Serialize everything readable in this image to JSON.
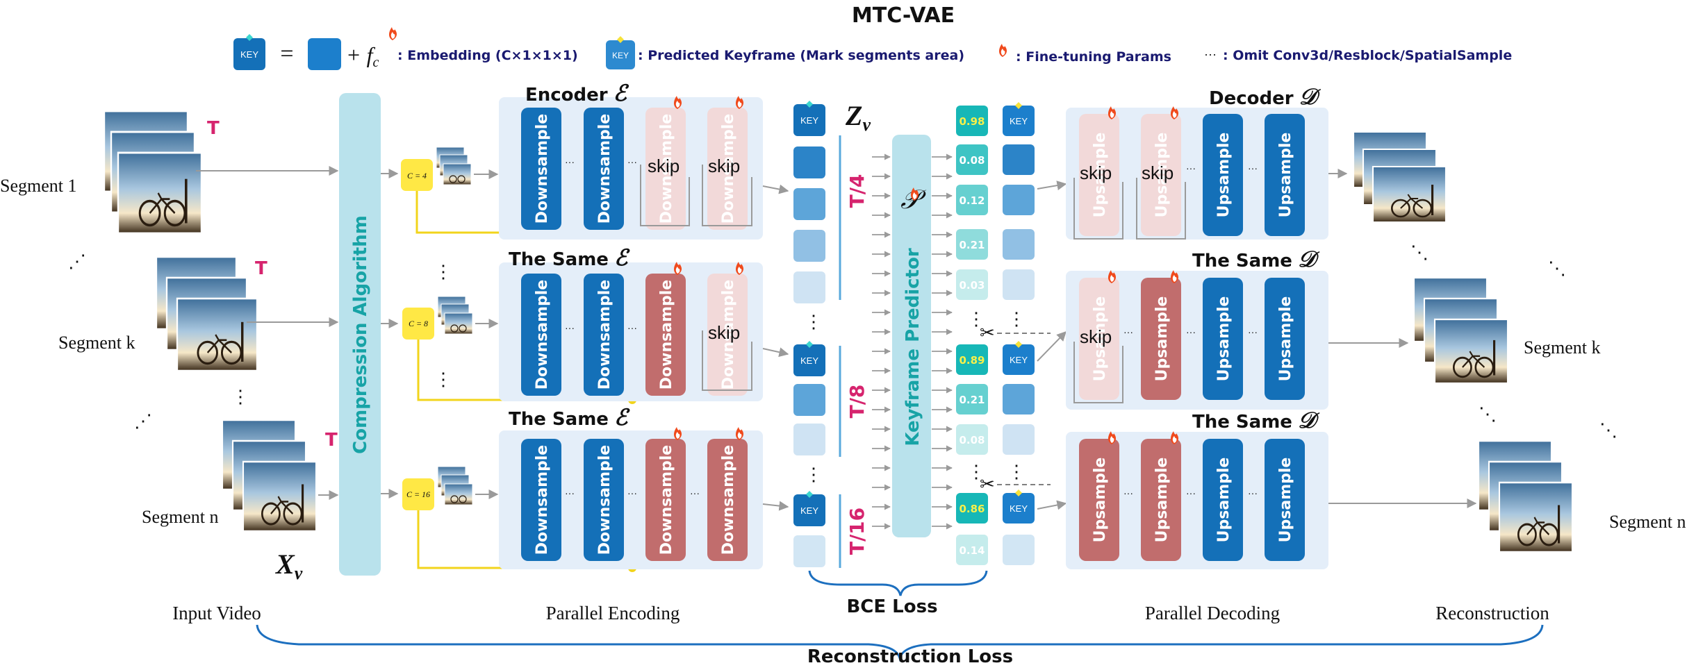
{
  "title": "MTC-VAE",
  "legend": {
    "key_label": "KEY",
    "equals": "=",
    "plus_fc": "+ f",
    "fc_sub": "c",
    "embedding_text": ": Embedding (C×1×1×1)",
    "predicted_keyframe_text": ": Predicted Keyframe (Mark segments area)",
    "finetune_text": ": Fine-tuning Params",
    "omit_dots": "···",
    "omit_text": ": Omit Conv3d/Resblock/SpatialSample"
  },
  "input": {
    "segment_1": "Segment 1",
    "segment_k": "Segment k",
    "segment_n": "Segment n",
    "t_label": "T",
    "xv_label": "X",
    "xv_sub": "v",
    "caption": "Input Video"
  },
  "compression": {
    "label": "Compression Algorithm"
  },
  "compression_ratios": [
    "C = 4",
    "C = 8",
    "C = 16"
  ],
  "encoder": {
    "title_1": "Encoder",
    "title_same": "The Same",
    "symbol": "ℰ",
    "downsample": "Downsample",
    "skip": "skip",
    "caption": "Parallel Encoding"
  },
  "latent": {
    "zv": "Z",
    "zv_sub": "v",
    "t4": "T/4",
    "t8": "T/8",
    "t16": "T/16",
    "key": "KEY",
    "bce": "BCE Loss"
  },
  "predictor": {
    "label": "Keyframe Predictor",
    "symbol": "𝒫"
  },
  "scores": {
    "group1": [
      "0.98",
      "0.08",
      "0.12",
      "0.21",
      "0.03"
    ],
    "group2": [
      "0.89",
      "0.21",
      "0.08"
    ],
    "group3": [
      "0.86",
      "0.14"
    ]
  },
  "decoder": {
    "title_1": "Decoder",
    "title_same": "The Same",
    "symbol": "𝒟",
    "upsample": "Upsample",
    "skip": "skip",
    "caption": "Parallel Decoding"
  },
  "output": {
    "segment_k": "Segment k",
    "segment_n": "Segment n",
    "caption": "Reconstruction"
  },
  "loss": {
    "reconstruction": "Reconstruction Loss"
  },
  "colors": {
    "dark_blue": "#1470b8",
    "mid_blue": "#4f9fd6",
    "light_blue": "#a9cfe9",
    "pale_blue": "#d2e6f4",
    "teal_panel": "#b9e2ec",
    "teal_text": "#17a3a6",
    "magenta": "#d6246e",
    "brick": "#c16d6d",
    "faded_brick": "#f2d9d9",
    "yellow": "#ffe845",
    "panel": "#e4eef9"
  }
}
